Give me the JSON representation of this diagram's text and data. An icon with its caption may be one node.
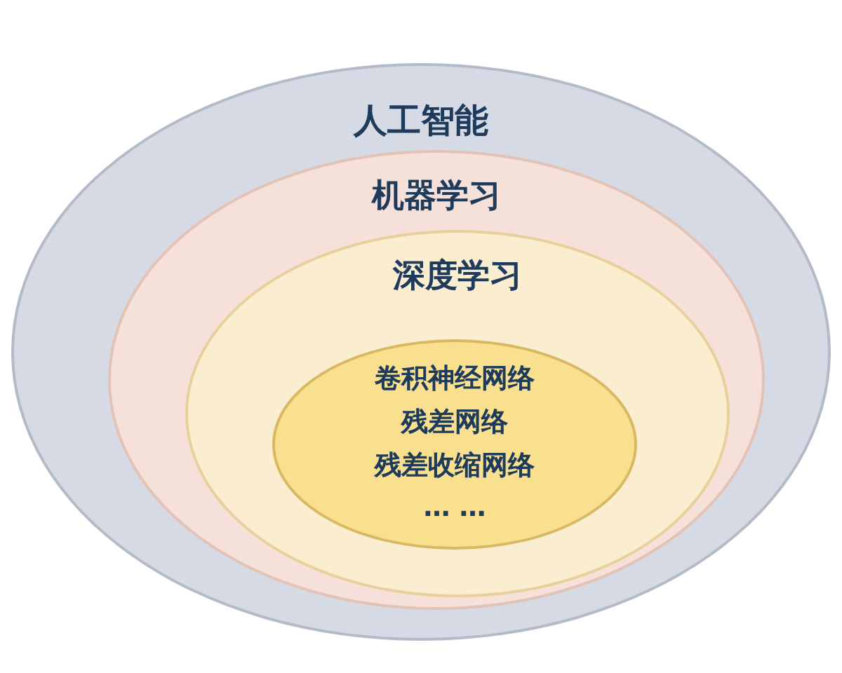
{
  "diagram": {
    "nodes": [
      {
        "text": [
          "人工智能"
        ]
      },
      {
        "text": [
          "机器学习"
        ],
        "in": 0
      },
      {
        "text": [
          "深度学习"
        ],
        "in": 1
      },
      {
        "text": [
          "卷积神经网络",
          "残差网络",
          "残差收缩网络",
          "… …"
        ],
        "in": 2
      }
    ]
  }
}
